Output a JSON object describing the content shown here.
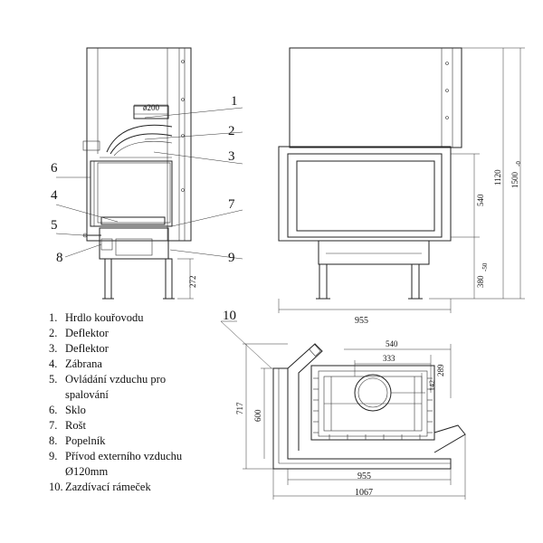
{
  "callouts": [
    "1",
    "2",
    "3",
    "4",
    "5",
    "6",
    "7",
    "8",
    "9",
    "10"
  ],
  "dimensions": {
    "flue_diameter": "ø200",
    "side_leg_height": "272",
    "front_width": "955",
    "front_glass_height": "540",
    "front_base_height": "380",
    "front_base_tol": "-50",
    "front_body_height": "1120",
    "front_total_height": "1500",
    "front_total_tol": "-0",
    "plan_width_540": "540",
    "plan_width_333": "333",
    "plan_depth_289": "289",
    "plan_depth_142": "142",
    "plan_depth_717": "717",
    "plan_depth_600": "600",
    "plan_width_955": "955",
    "plan_width_1067": "1067"
  },
  "legend": [
    {
      "num": "1.",
      "text": "Hrdlo kouřovodu"
    },
    {
      "num": "2.",
      "text": "Deflektor"
    },
    {
      "num": "3.",
      "text": "Deflektor"
    },
    {
      "num": "4.",
      "text": "Zábrana"
    },
    {
      "num": "5.",
      "text": "Ovládání vzduchu pro"
    },
    {
      "num": "",
      "text": "spalování"
    },
    {
      "num": "6.",
      "text": "Sklo"
    },
    {
      "num": "7.",
      "text": "Rošt"
    },
    {
      "num": "8.",
      "text": "Popelník"
    },
    {
      "num": "9.",
      "text": "Přívod externího vzduchu"
    },
    {
      "num": "",
      "text": "Ø120mm"
    },
    {
      "num": "10.",
      "text": "Zazdívací rámeček"
    }
  ]
}
